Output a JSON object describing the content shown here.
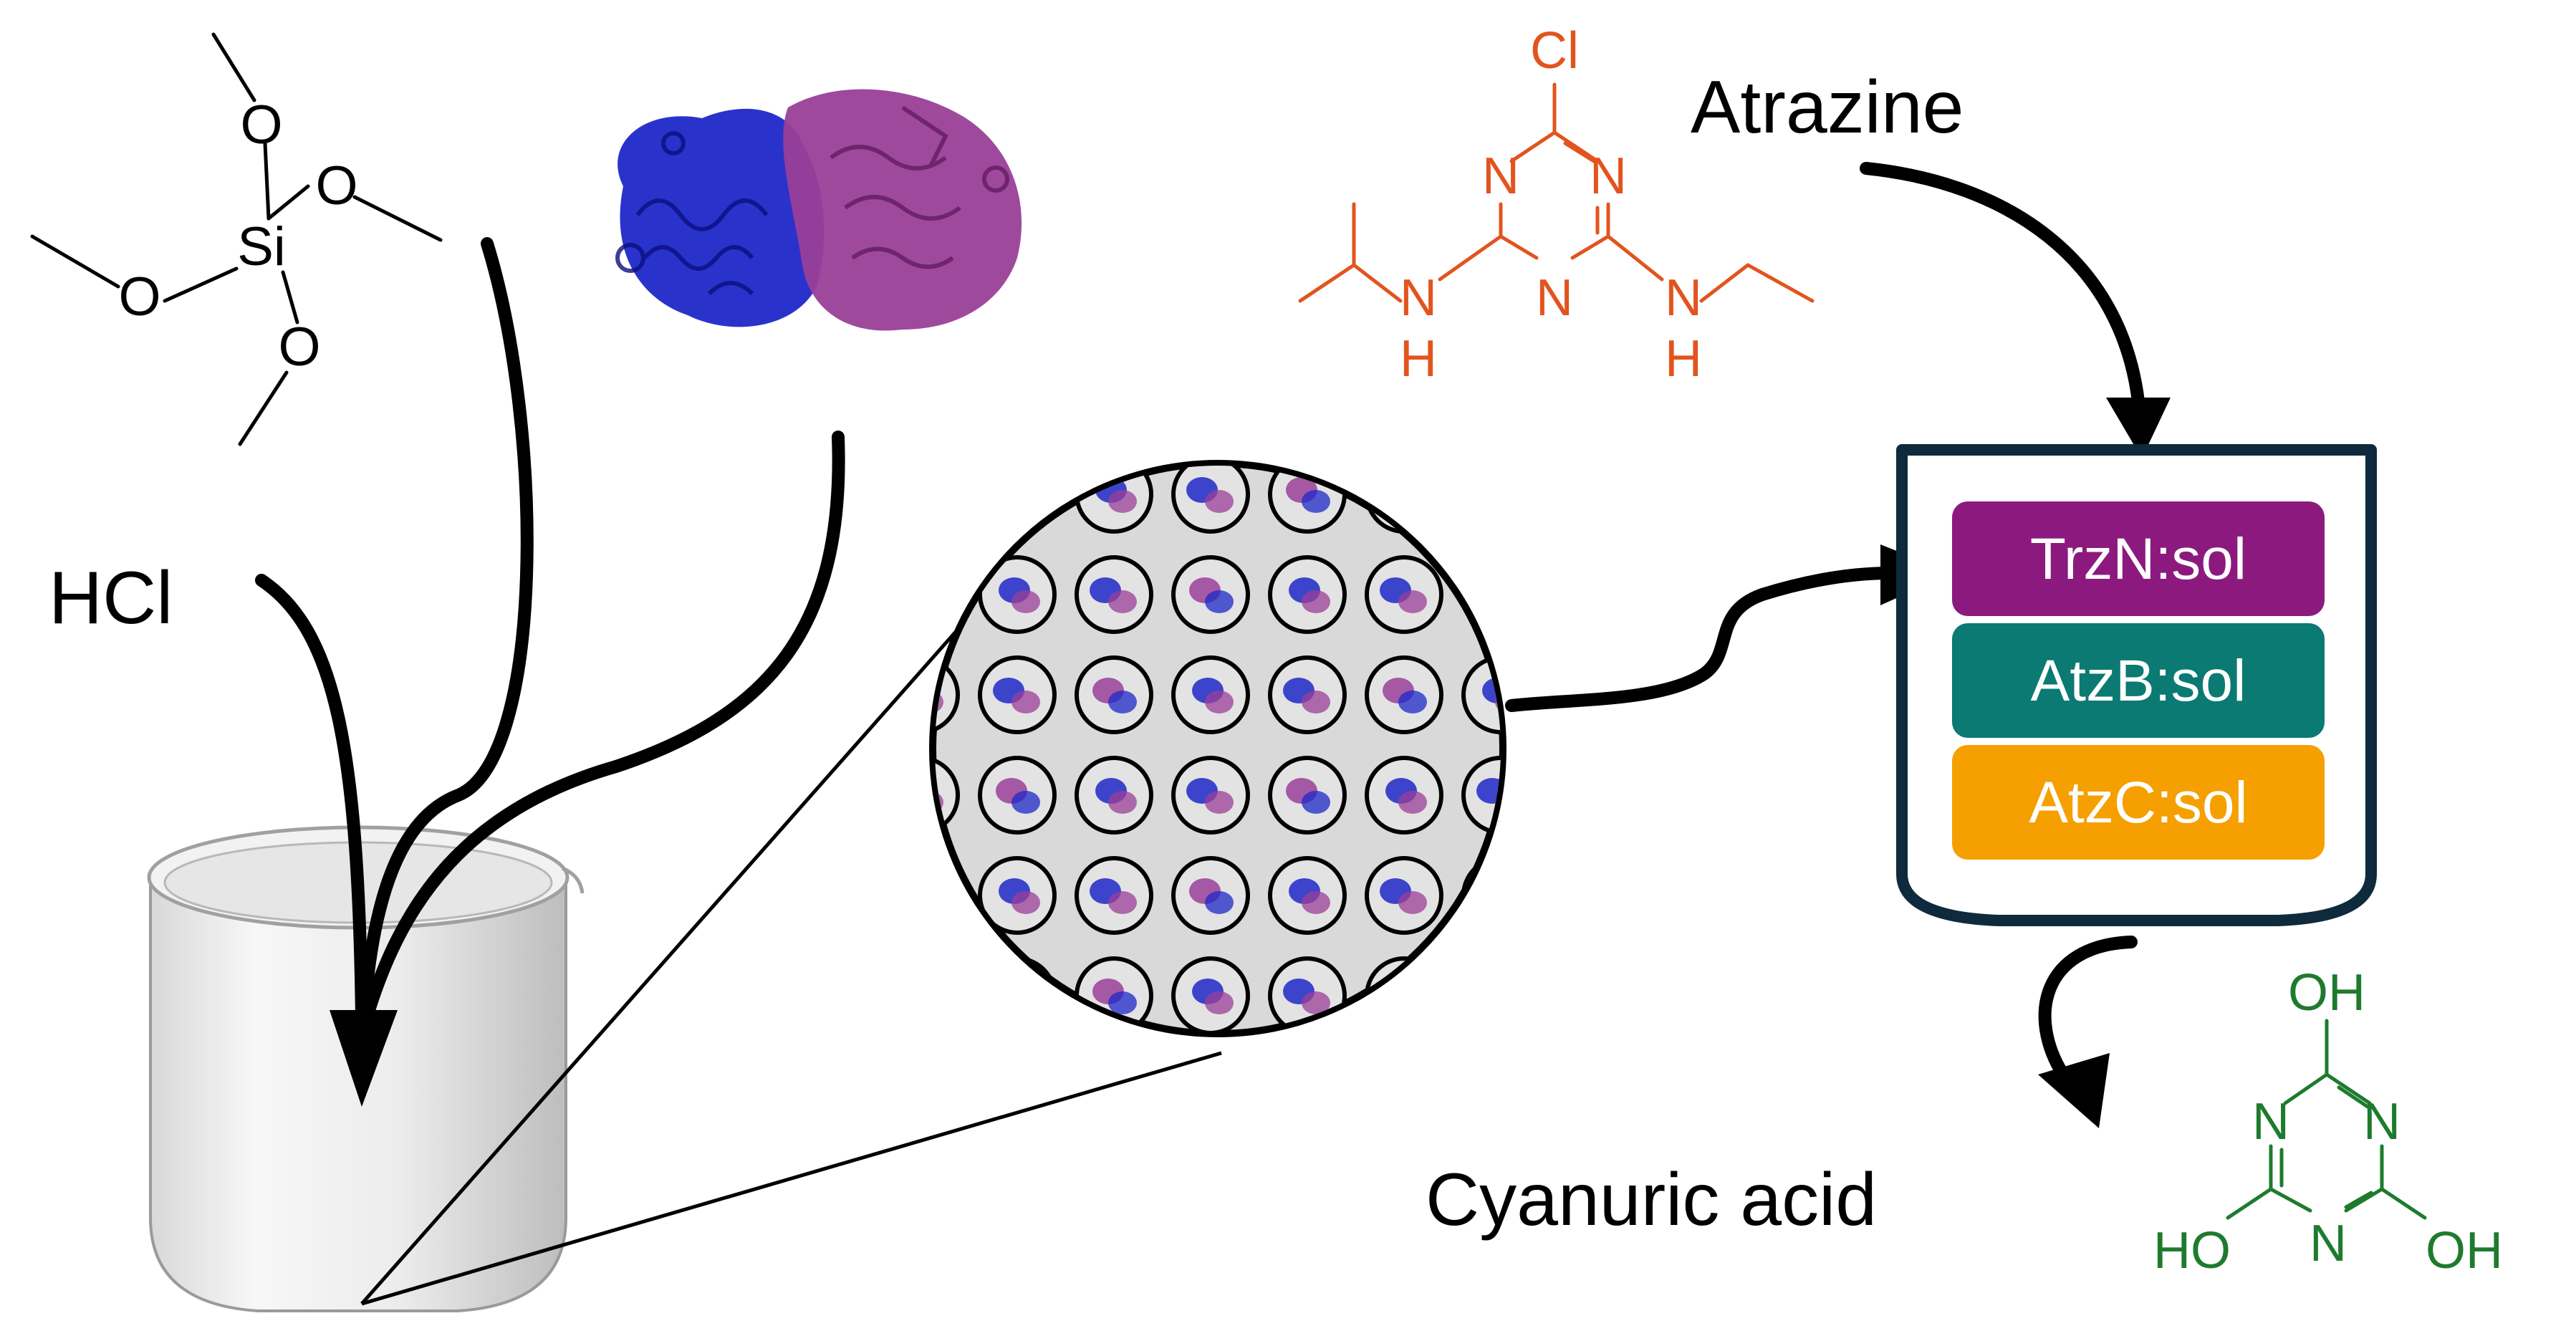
{
  "labels": {
    "hcl": "HCl",
    "atrazine": "Atrazine",
    "cyanuric_acid": "Cyanuric acid"
  },
  "tmos": {
    "atom_si": "Si",
    "atom_o": "O"
  },
  "atrazine_struct": {
    "atom_cl": "Cl",
    "atom_n": "N",
    "atom_h": "H",
    "color": "#E2541E"
  },
  "cyanuric_struct": {
    "atom_oh": "OH",
    "atom_ho": "HO",
    "atom_n": "N",
    "color": "#1E7B2E"
  },
  "enzymes": [
    {
      "label": "TrzN:sol",
      "color": "#8C1A7E"
    },
    {
      "label": "AtzB:sol",
      "color": "#0A7A72"
    },
    {
      "label": "AtzC:sol",
      "color": "#F5A000"
    }
  ],
  "colors": {
    "reactor_border": "#0F2A3C",
    "arrow": "#000000",
    "protein_blue": "#1E28C8",
    "protein_purple": "#9A3F98",
    "bead_fill": "#D9D9D9"
  }
}
